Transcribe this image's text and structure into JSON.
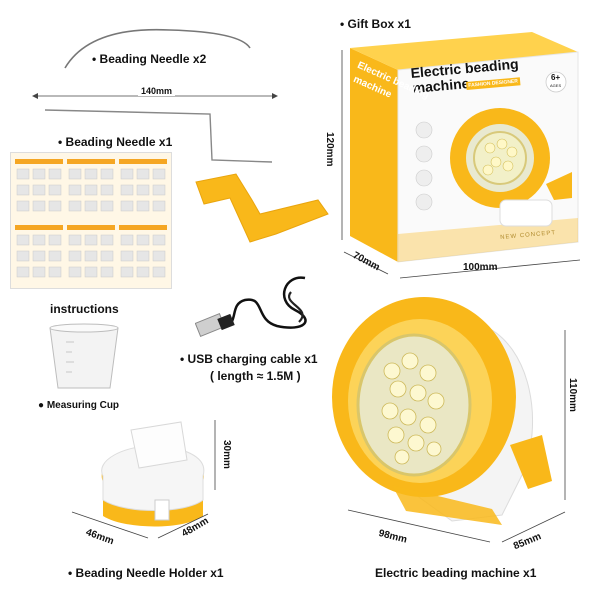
{
  "labels": {
    "needle2": "• Beading Needle x2",
    "gift_box": "• Gift Box x1",
    "needle1": "• Beading Needle x1",
    "instructions": "instructions",
    "measuring_cup": "● Measuring Cup",
    "usb_line1": "• USB charging cable x1",
    "usb_line2": "( length ≈ 1.5M )",
    "holder": "• Beading Needle Holder x1",
    "machine": "Electric beading machine  x1"
  },
  "dimensions": {
    "needle_length": "140mm",
    "box_height": "120mm",
    "box_depth": "70mm",
    "box_width": "100mm",
    "holder_height": "30mm",
    "holder_width": "46mm",
    "holder_depth": "48mm",
    "machine_height": "110mm",
    "machine_width": "98mm",
    "machine_depth": "85mm"
  },
  "box_print": {
    "title_line1": "Electric beading",
    "title_line2": "machine",
    "badge": "FASHION DESIGNER",
    "age": "6+",
    "age_sub": "AGES",
    "concept": "NEW CONCEPT",
    "spine1": "Electric beading",
    "spine2": "machine"
  },
  "colors": {
    "brand_yellow": "#f9b81a",
    "dark_text": "#111111",
    "white_body": "#f4f4f4"
  }
}
